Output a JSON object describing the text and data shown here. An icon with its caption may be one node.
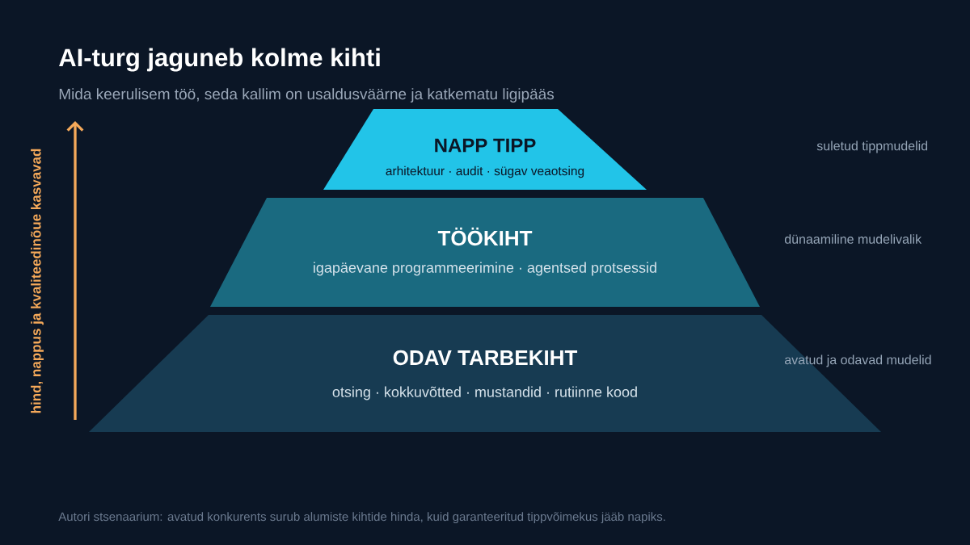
{
  "diagram": {
    "title": "AI-turg jaguneb kolme kihti",
    "nodes": [
      {
        "text": [
          "NAPP TIPP",
          "arhitektuur · audit · sügav veaotsing"
        ]
      },
      {
        "text": [
          "TÖÖKIHT",
          "igapäevane programmeerimine · agentsed protsessid"
        ]
      },
      {
        "text": [
          "ODAV TARBEKIHT",
          "otsing · kokkuvõtted · mustandid · rutiinne kood"
        ]
      }
    ],
    "labels": [
      "Mida keerulisem töö, seda kallim on usaldusväärne ja katkematu ligipääs",
      "suletud tippmudelid",
      "dünaamiline mudelivalik",
      "avatud ja odavad mudelid",
      "hind, nappus ja kvaliteedinõue kasvavad"
    ],
    "caption": "Autori stsenaarium: avatud konkurents surub alumiste kihtide hinda, kuid garanteeritud tippvõimekus jääb napiks."
  }
}
